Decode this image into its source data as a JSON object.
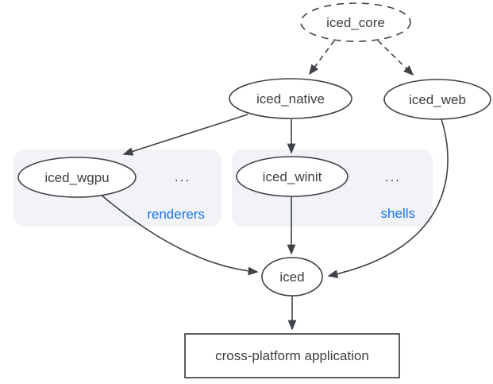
{
  "colors": {
    "background": "#ffffff",
    "stroke": "#3f4347",
    "text": "#3c4043",
    "accent": "#1a73e8",
    "group_fill": "#f1f3f7"
  },
  "nodes": {
    "iced_core": {
      "label": "iced_core"
    },
    "iced_native": {
      "label": "iced_native"
    },
    "iced_web": {
      "label": "iced_web"
    },
    "iced_wgpu": {
      "label": "iced_wgpu"
    },
    "iced_winit": {
      "label": "iced_winit"
    },
    "iced": {
      "label": "iced"
    },
    "app": {
      "label": "cross-platform application"
    }
  },
  "groups": {
    "renderers": {
      "label": "renderers",
      "ellipsis": "..."
    },
    "shells": {
      "label": "shells",
      "ellipsis": "..."
    }
  },
  "edges": [
    {
      "from": "iced_core",
      "to": "iced_native",
      "style": "dashed"
    },
    {
      "from": "iced_core",
      "to": "iced_web",
      "style": "dashed"
    },
    {
      "from": "iced_native",
      "to": "iced_wgpu",
      "style": "solid"
    },
    {
      "from": "iced_native",
      "to": "iced_winit",
      "style": "solid"
    },
    {
      "from": "iced_winit",
      "to": "iced",
      "style": "solid"
    },
    {
      "from": "iced_wgpu",
      "to": "iced",
      "style": "solid"
    },
    {
      "from": "iced_web",
      "to": "iced",
      "style": "solid"
    },
    {
      "from": "iced",
      "to": "app",
      "style": "solid"
    }
  ]
}
